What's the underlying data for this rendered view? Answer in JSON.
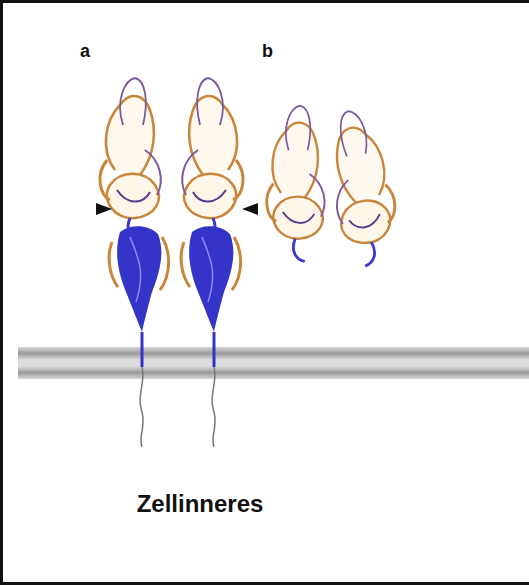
{
  "diagram": {
    "labels": [
      "a",
      "b",
      "Zellinneres"
    ]
  }
}
